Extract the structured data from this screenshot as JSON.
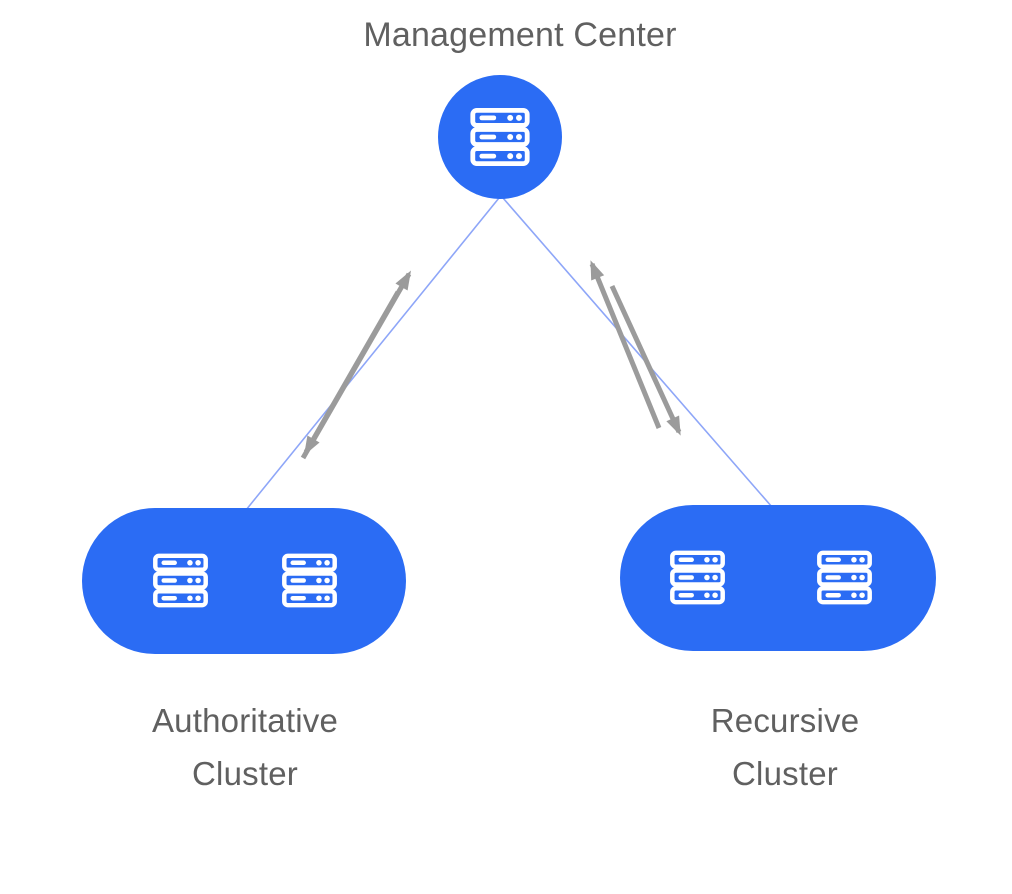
{
  "colors": {
    "primary": "#2b6cf4",
    "connector": "#8ea6f8",
    "arrow": "#9b9b9b",
    "text": "#606060",
    "background": "#ffffff",
    "icon": "#ffffff"
  },
  "nodes": {
    "management": {
      "label": "Management Center",
      "icon": "server-rack-icon",
      "server_count": 1,
      "shape": "circle"
    },
    "authoritative": {
      "label_line1": "Authoritative",
      "label_line2": "Cluster",
      "icon": "server-rack-icon",
      "server_count": 2,
      "shape": "pill"
    },
    "recursive": {
      "label_line1": "Recursive",
      "label_line2": "Cluster",
      "icon": "server-rack-icon",
      "server_count": 2,
      "shape": "pill"
    }
  },
  "connections": [
    {
      "from": "management",
      "to": "authoritative",
      "style": "thin-line",
      "arrows": "bidirectional"
    },
    {
      "from": "management",
      "to": "recursive",
      "style": "thin-line",
      "arrows": "bidirectional"
    }
  ]
}
